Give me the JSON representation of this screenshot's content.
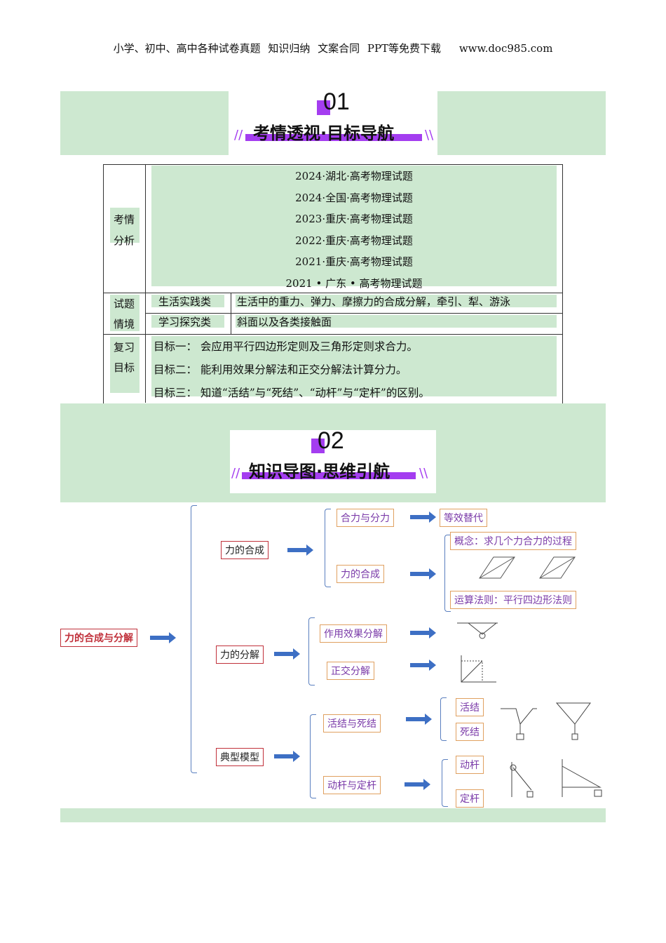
{
  "header": "小学、初中、高中各种试卷真题 知识归纳 文案合同 PPT等免费下载　 www.doc985.com",
  "section1": {
    "num": "01",
    "title": "考情透视·目标导航"
  },
  "section2": {
    "num": "02",
    "title": "知识导图·思维引航"
  },
  "table": {
    "row1_label": [
      "考情",
      "分析"
    ],
    "exams": [
      "2024·湖北·高考物理试题",
      "2024·全国·高考物理试题",
      "2023·重庆·高考物理试题",
      "2022·重庆·高考物理试题",
      "2021·重庆·高考物理试题",
      "2021 • 广东 • 高考物理试题"
    ],
    "row2_label": [
      "试题",
      "情境"
    ],
    "contexts": [
      {
        "type": "生活实践类",
        "desc": "生活中的重力、弹力、摩擦力的合成分解，牵引、犁、游泳"
      },
      {
        "type": "学习探究类",
        "desc": "斜面以及各类接触面"
      }
    ],
    "row3_label": [
      "复习",
      "目标"
    ],
    "goals": [
      "目标一：  会应用平行四边形定则及三角形定则求合力。",
      "目标二：  能利用效果分解法和正交分解法计算分力。",
      "目标三：  知道“活结”与“死结”、“动杆”与“定杆”的区别。"
    ]
  },
  "mindmap": {
    "root": "力的合成与分解",
    "branches": [
      "力的合成",
      "力的分解",
      "典型模型"
    ],
    "synthesis": [
      "合力与分力",
      "等效替代",
      "力的合成",
      "概念：求几个力合力的过程",
      "运算法则：平行四边形法则"
    ],
    "decomposition": [
      "作用效果分解",
      "正交分解"
    ],
    "models": [
      "活结与死结",
      "活结",
      "死结",
      "动杆与定杆",
      "动杆",
      "定杆"
    ]
  }
}
